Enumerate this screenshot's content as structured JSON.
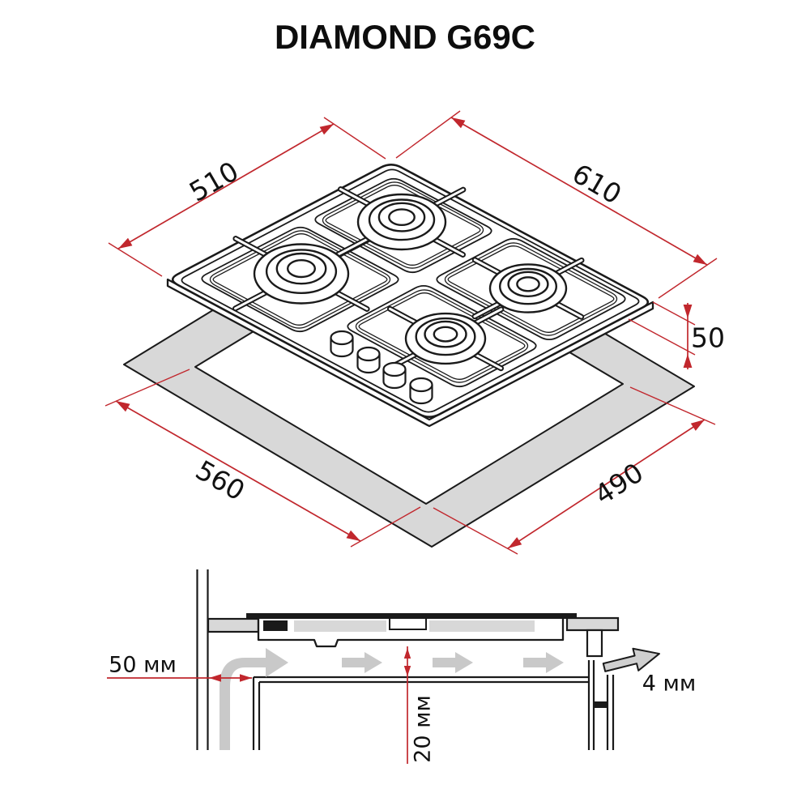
{
  "title": "DIAMOND G69C",
  "colors": {
    "dimension_red": "#c1272d",
    "line_black": "#1a1a1a",
    "panel_gray": "#d8d8d8",
    "flow_gray": "#c9c9c9"
  },
  "isometric_view": {
    "hob_width_label": "510",
    "hob_depth_label": "610",
    "hob_height_label": "50",
    "cutout_width_label": "560",
    "cutout_depth_label": "490"
  },
  "installation_section": {
    "side_clearance_label": "50 мм",
    "under_clearance_label": "20 мм",
    "rear_gap_label": "4 мм"
  }
}
